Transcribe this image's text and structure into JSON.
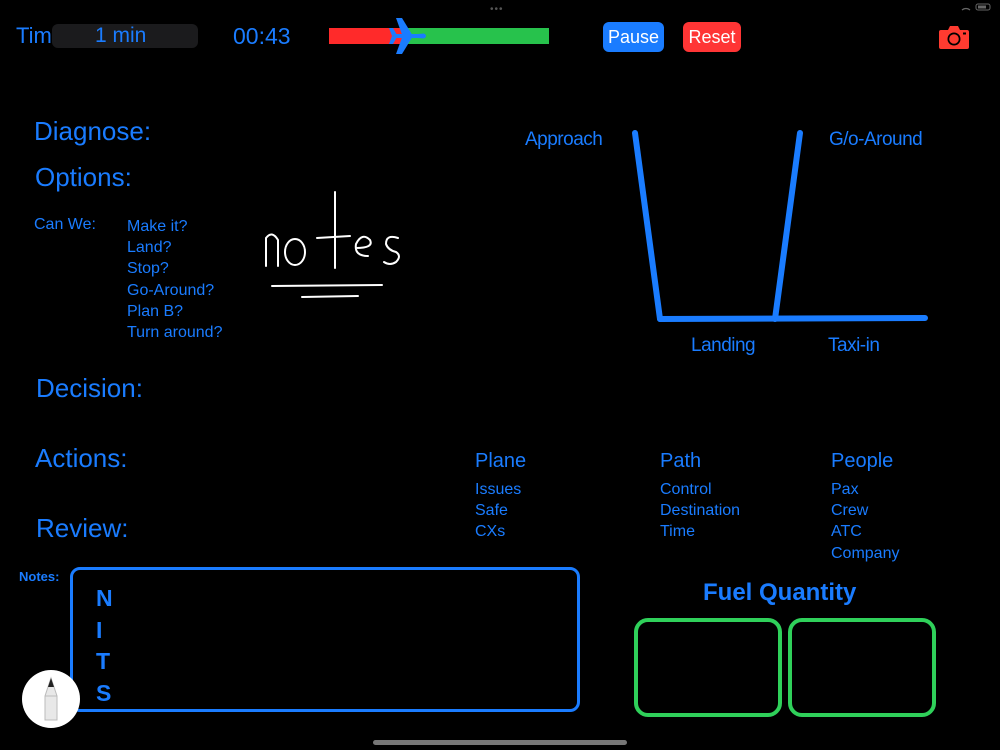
{
  "topbar": {
    "time_label": "Time",
    "interval_value": "1 min",
    "timer": "00:43",
    "progress_fraction": 0.33,
    "pause_label": "Pause",
    "reset_label": "Reset",
    "icons": {
      "plane": "airplane-icon",
      "camera": "camera-icon"
    },
    "colors": {
      "progress_left": "#ff2a2a",
      "progress_right": "#27c24c",
      "pause": "#1a7cff",
      "reset": "#ff3535"
    }
  },
  "sections": {
    "diagnose": "Diagnose:",
    "options": "Options:",
    "decision": "Decision:",
    "actions": "Actions:",
    "review": "Review:"
  },
  "options": {
    "can_we": "Can We:",
    "items": [
      "Make it?",
      "Land?",
      "Stop?",
      "Go-Around?",
      "Plan B?",
      "Turn around?"
    ]
  },
  "flight_diagram": {
    "approach": "Approach",
    "go_around": "G/o-Around",
    "landing": "Landing",
    "taxi_in": "Taxi-in"
  },
  "columns": [
    {
      "title": "Plane",
      "items": [
        "Issues",
        "Safe",
        "CXs"
      ]
    },
    {
      "title": "Path",
      "items": [
        "Control",
        "Destination",
        "Time"
      ]
    },
    {
      "title": "People",
      "items": [
        "Pax",
        "Crew",
        "ATC",
        "Company"
      ]
    }
  ],
  "notes": {
    "label": "Notes:",
    "nits": [
      "N",
      "I",
      "T",
      "S"
    ]
  },
  "fuel": {
    "title": "Fuel Quantity",
    "color": "#2fd05a"
  },
  "tools": {
    "pencil": "pencil-icon"
  }
}
